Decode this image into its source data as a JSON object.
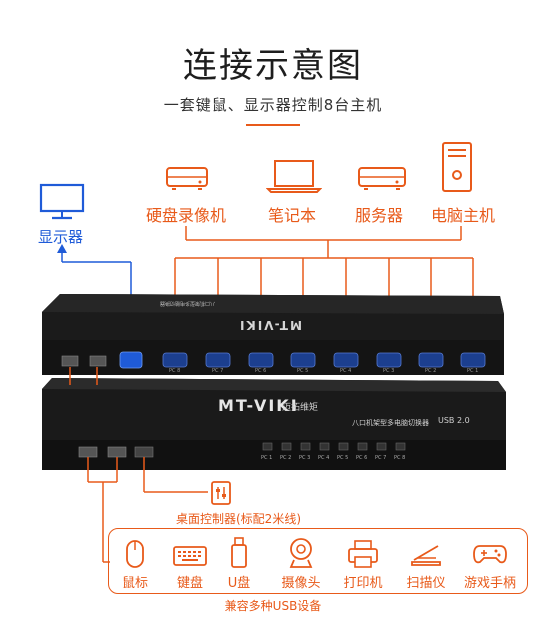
{
  "header": {
    "title": "连接示意图",
    "subtitle": "一套键鼠、显示器控制8台主机"
  },
  "hosts": [
    {
      "label": "硬盘录像机",
      "icon": "dvr-icon"
    },
    {
      "label": "笔记本",
      "icon": "laptop-icon"
    },
    {
      "label": "服务器",
      "icon": "server-icon"
    },
    {
      "label": "电脑主机",
      "icon": "pc-tower-icon"
    }
  ],
  "monitor": {
    "label": "显示器",
    "icon": "monitor-icon"
  },
  "device": {
    "brand": "MT-VIKI",
    "brand_cn": "迈拓维矩",
    "model_text": "八口机架型多电脑切换器",
    "usb_text": "USB 2.0",
    "back_model_text": "八口机架型多电脑切换器",
    "ports": [
      "PC 1",
      "PC 2",
      "PC 3",
      "PC 4",
      "PC 5",
      "PC 6",
      "PC 7",
      "PC 8"
    ],
    "back_ports": [
      "PC 8",
      "PC 7",
      "PC 6",
      "PC 5",
      "PC 4",
      "PC 3",
      "PC 2",
      "PC 1"
    ]
  },
  "controller": {
    "label": "桌面控制器(标配2米线)",
    "icon": "desktop-controller-icon"
  },
  "peripherals": [
    {
      "label": "鼠标",
      "icon": "mouse-icon"
    },
    {
      "label": "键盘",
      "icon": "keyboard-icon"
    },
    {
      "label": "U盘",
      "icon": "usb-drive-icon"
    },
    {
      "label": "摄像头",
      "icon": "webcam-icon"
    },
    {
      "label": "打印机",
      "icon": "printer-icon"
    },
    {
      "label": "扫描仪",
      "icon": "scanner-icon"
    },
    {
      "label": "游戏手柄",
      "icon": "gamepad-icon"
    }
  ],
  "peripherals_footer": "兼容多种USB设备",
  "colors": {
    "accent": "#e85a1a",
    "blue": "#1f5bd8",
    "device": "#1a1a1a"
  }
}
